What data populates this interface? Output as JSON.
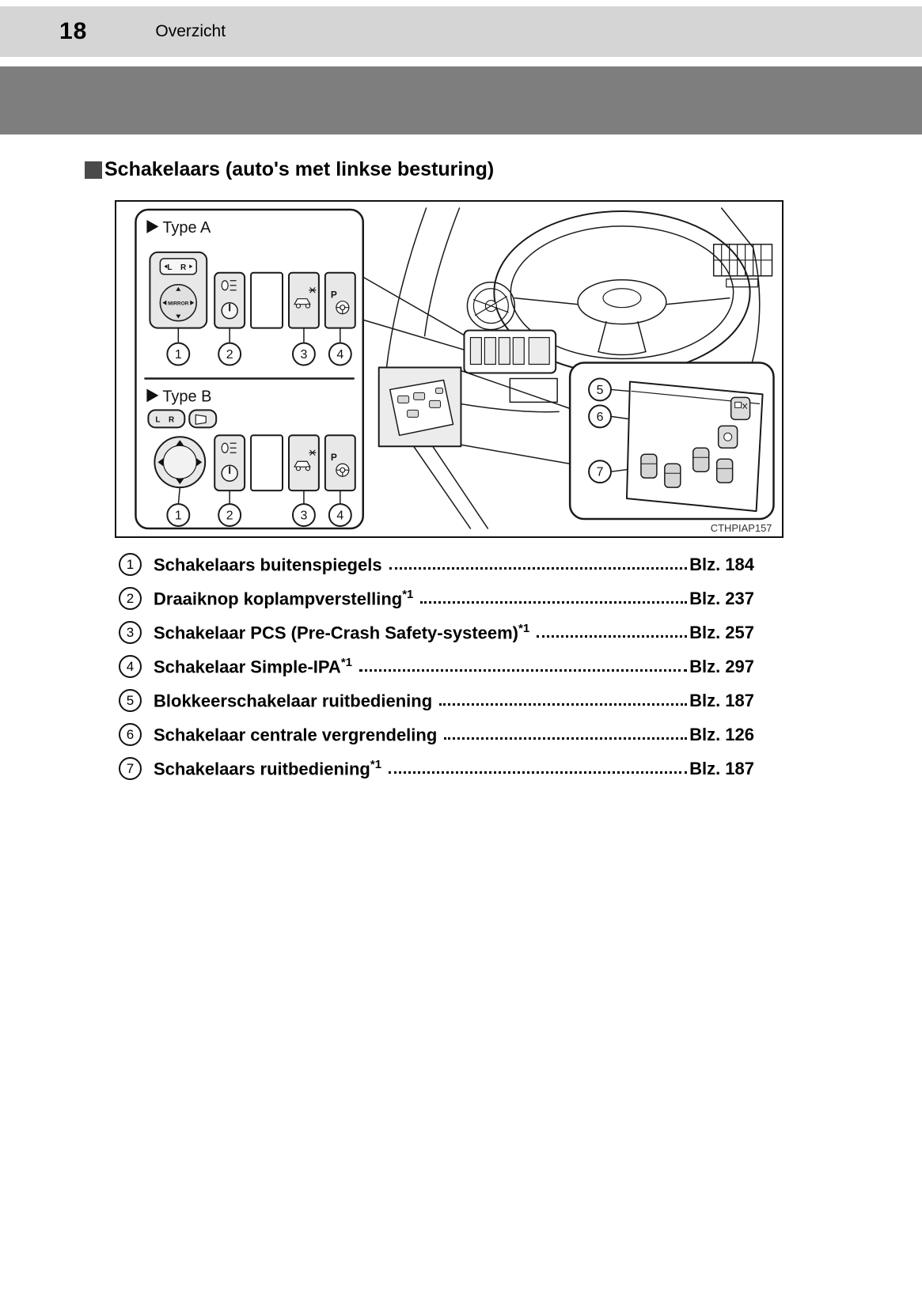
{
  "header": {
    "page_number": "18",
    "section": "Overzicht"
  },
  "heading": "Schakelaars (auto's met linkse besturing)",
  "figure": {
    "type_a": "Type A",
    "type_b": "Type B",
    "lr": "L R",
    "mirror": "MIRROR",
    "p": "P",
    "n": [
      "1",
      "2",
      "3",
      "4",
      "5",
      "6",
      "7"
    ],
    "code": "CTHPIAP157"
  },
  "list": {
    "items": [
      {
        "num": "1",
        "label": "Schakelaars buitenspiegels",
        "sup": "",
        "page": "Blz. 184"
      },
      {
        "num": "2",
        "label": "Draaiknop koplampverstelling",
        "sup": "*1",
        "page": "Blz. 237"
      },
      {
        "num": "3",
        "label": "Schakelaar PCS (Pre-Crash Safety-systeem)",
        "sup": "*1",
        "page": "Blz. 257"
      },
      {
        "num": "4",
        "label": "Schakelaar Simple-IPA",
        "sup": "*1",
        "page": "Blz. 297"
      },
      {
        "num": "5",
        "label": "Blokkeerschakelaar ruitbediening",
        "sup": "",
        "page": "Blz. 187"
      },
      {
        "num": "6",
        "label": "Schakelaar centrale vergrendeling",
        "sup": "",
        "page": "Blz. 126"
      },
      {
        "num": "7",
        "label": "Schakelaars ruitbediening",
        "sup": "*1",
        "page": "Blz. 187"
      }
    ]
  },
  "colors": {
    "header_band": "#d5d5d5",
    "title_band": "#7e7e7e",
    "bullet_square": "#4a4a4a",
    "line_art": "#1a1a1a"
  }
}
